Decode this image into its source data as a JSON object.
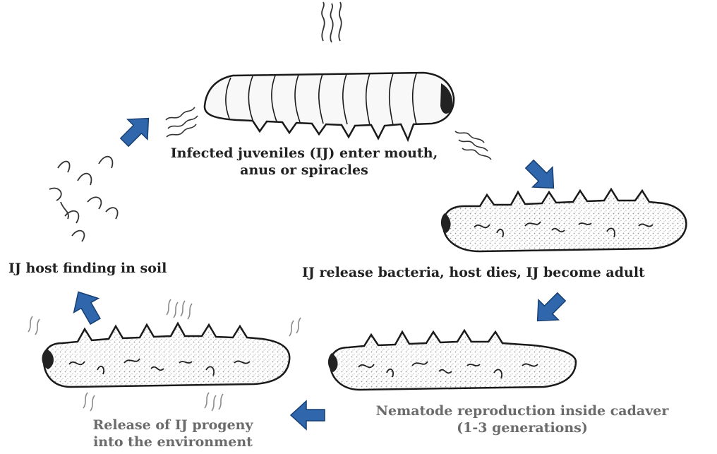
{
  "steps": [
    {
      "lines": [
        "Infected juveniles (IJ) enter mouth,",
        "anus or spiracles"
      ]
    },
    {
      "lines": [
        "IJ release bacteria, host dies, IJ become adult"
      ]
    },
    {
      "lines": [
        "Nematode reproduction inside cadaver",
        "(1-3 generations)"
      ]
    },
    {
      "lines": [
        "Release of IJ progeny",
        "into the environment"
      ]
    },
    {
      "lines": [
        "IJ host finding in soil"
      ]
    }
  ],
  "colors": {
    "arrow": "#2f66ac",
    "arrow_edge": "#163f73",
    "text_dark": "#222222",
    "text_grey": "#6b6b6b",
    "larva_outline": "#1a1a1a",
    "larva_fill": "#f8f8f8",
    "speckle": "#9a9a9a"
  }
}
